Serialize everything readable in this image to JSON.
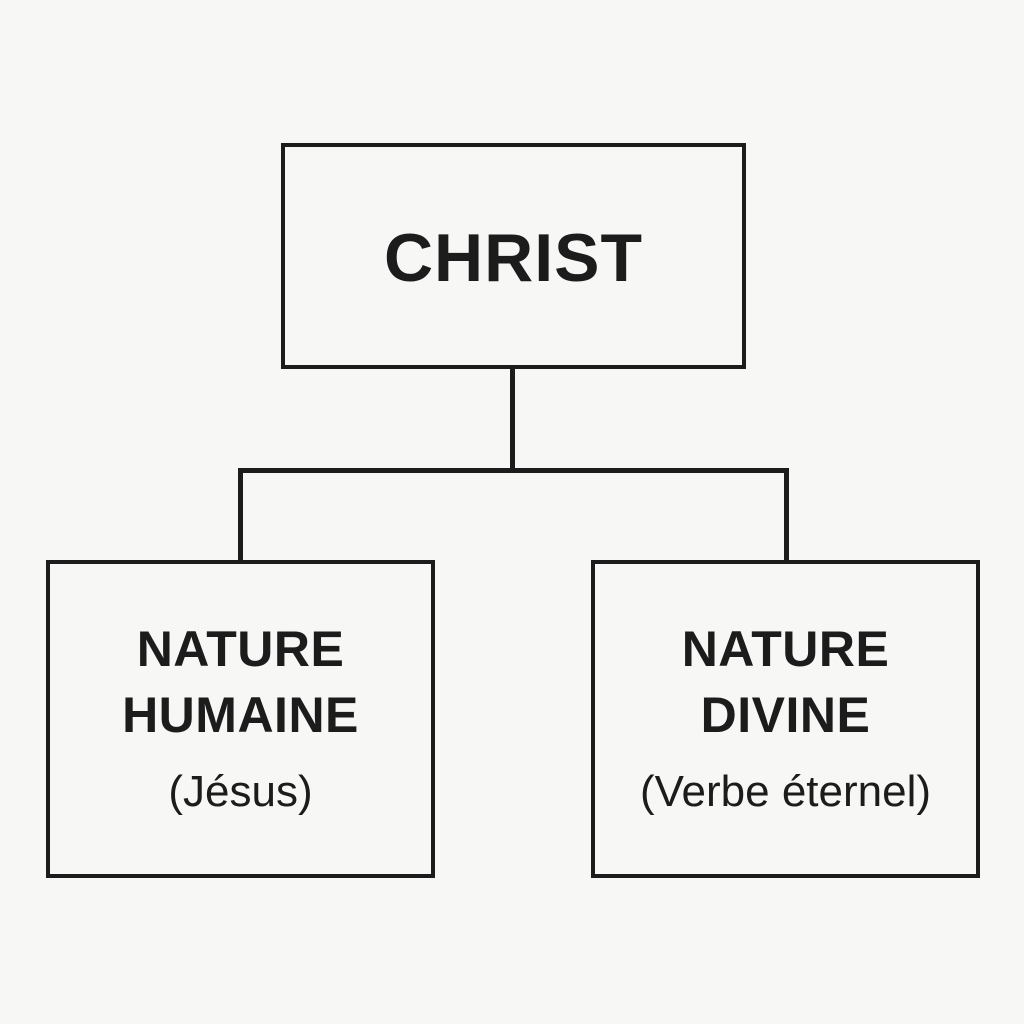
{
  "diagram": {
    "root": {
      "label": "CHRIST"
    },
    "children": [
      {
        "title_line1": "NATURE",
        "title_line2": "HUMAINE",
        "subtitle": "(Jésus)"
      },
      {
        "title_line1": "NATURE",
        "title_line2": "DIVINE",
        "subtitle": "(Verbe éternel)"
      }
    ]
  },
  "colors": {
    "background": "#f7f7f6",
    "stroke": "#1c1c1c",
    "text": "#1c1c1c"
  }
}
